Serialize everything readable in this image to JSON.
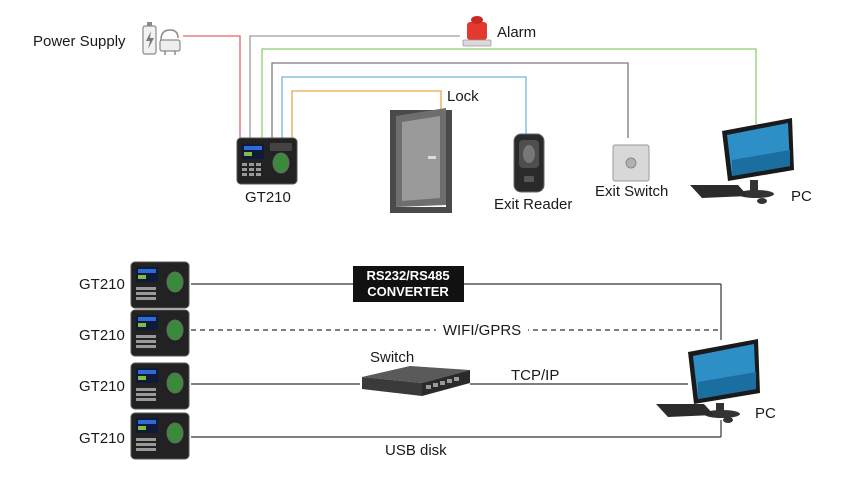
{
  "top_section": {
    "power_supply_label": "Power Supply",
    "alarm_label": "Alarm",
    "lock_label": "Lock",
    "device_label": "GT210",
    "exit_reader_label": "Exit Reader",
    "exit_switch_label": "Exit Switch",
    "pc_label": "PC"
  },
  "bottom_section": {
    "devices": [
      "GT210",
      "GT210",
      "GT210",
      "GT210"
    ],
    "converter_line1": "RS232/RS485",
    "converter_line2": "CONVERTER",
    "wifi_label": "WIFI/GPRS",
    "switch_label": "Switch",
    "tcpip_label": "TCP/IP",
    "usb_label": "USB disk",
    "pc_label": "PC"
  },
  "colors": {
    "power_wire": "#e06666",
    "alarm_wire": "#9e9e9e",
    "pc_wire": "#8fcf6f",
    "exit_switch_wire": "#7a7a7a",
    "exit_reader_wire": "#6fb7d9",
    "lock_wire": "#e8a64d",
    "line_dark": "#333333"
  }
}
